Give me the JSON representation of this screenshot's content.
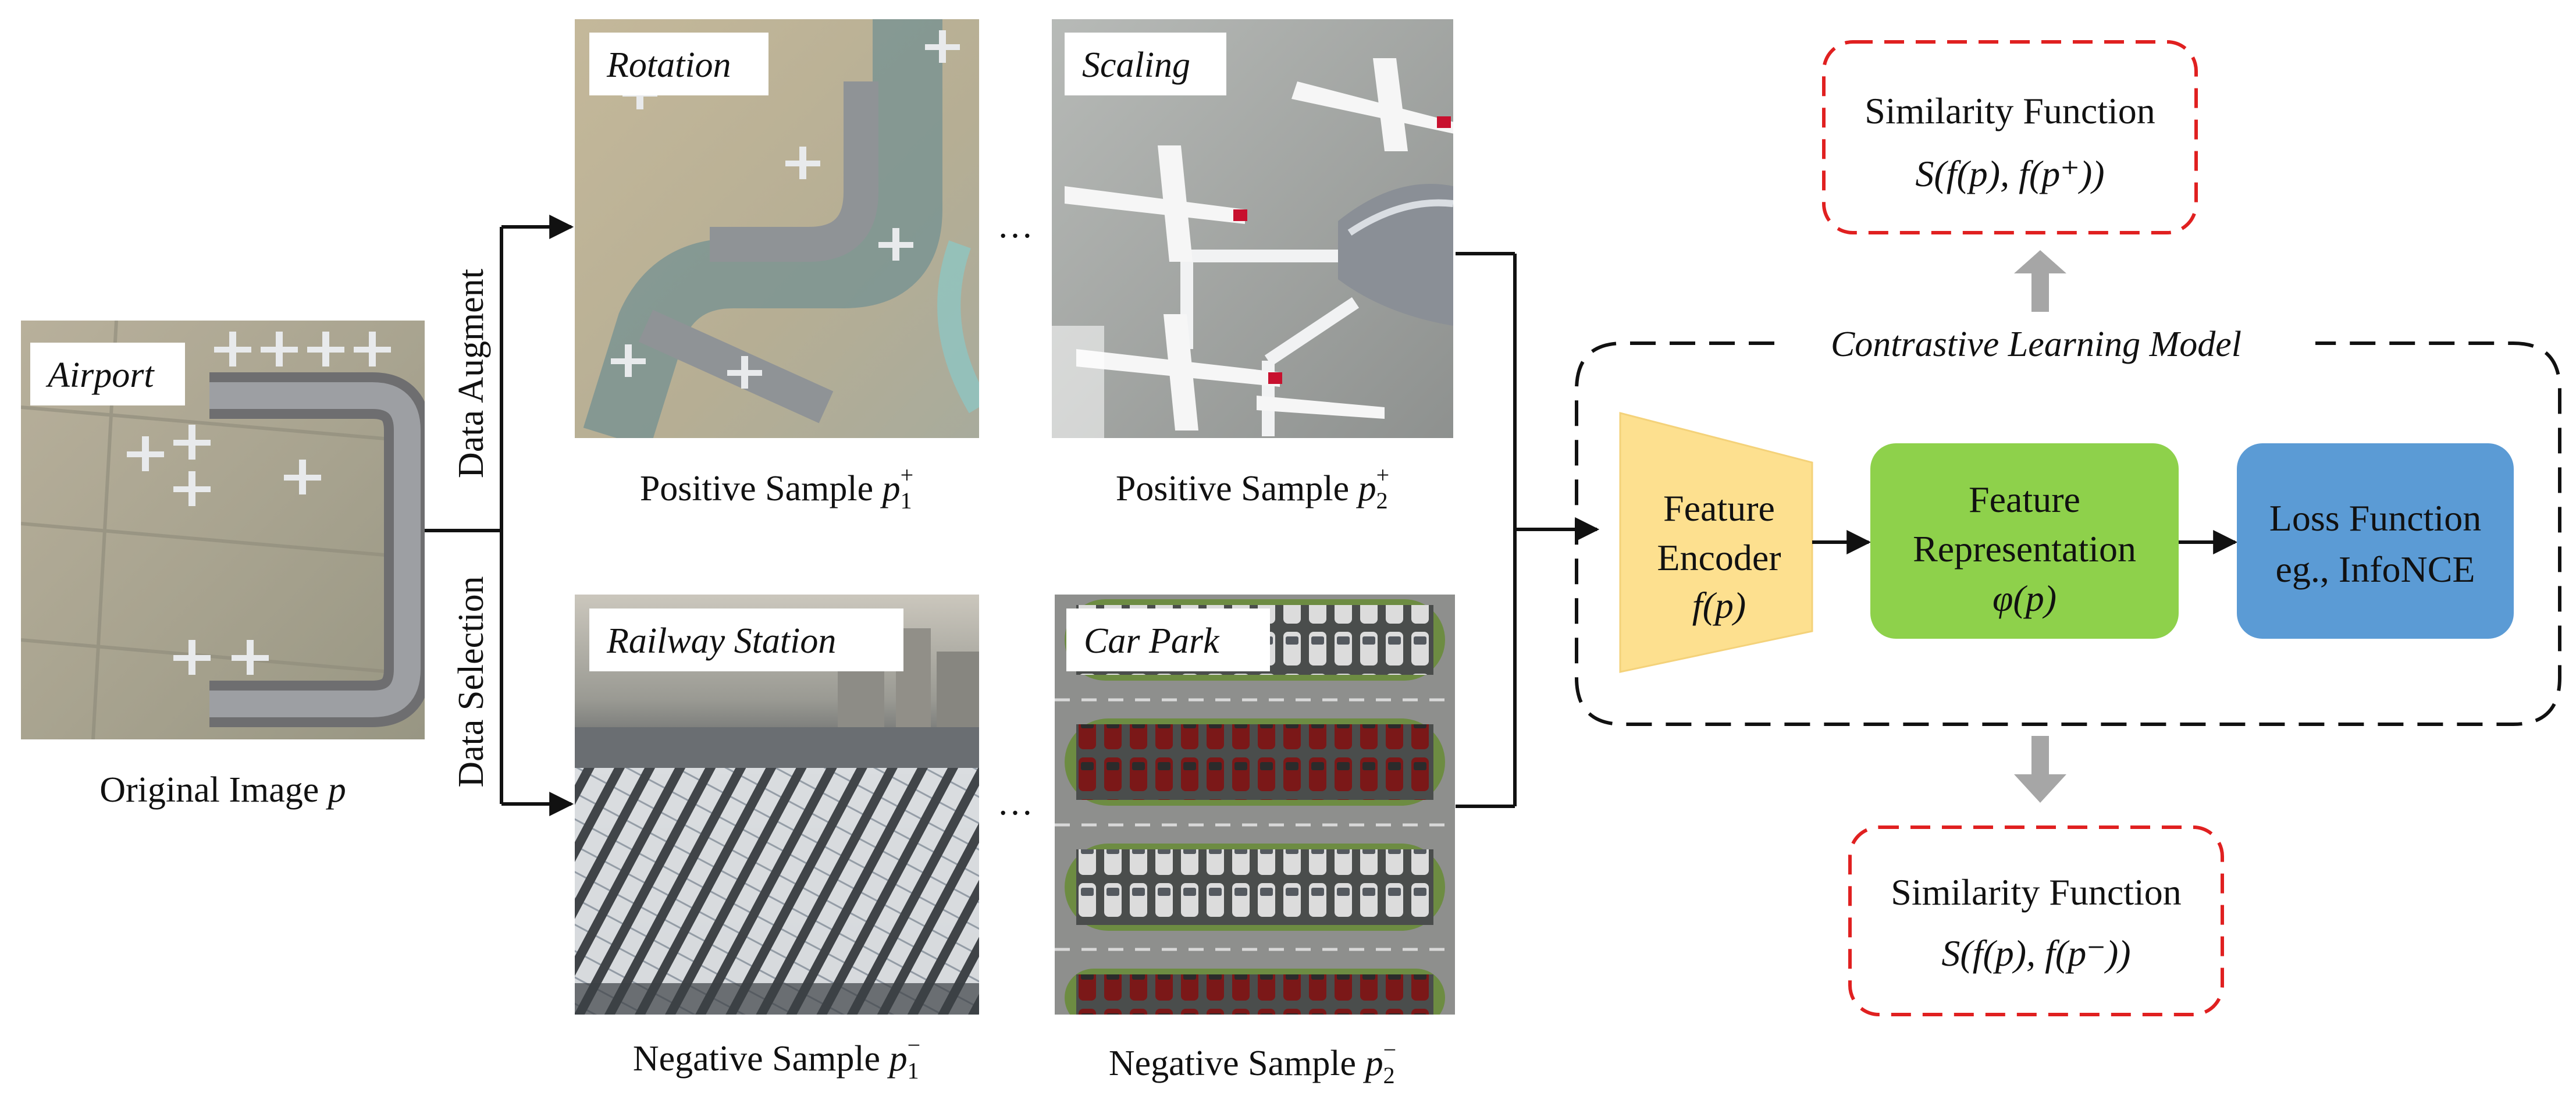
{
  "original": {
    "tag": "Airport",
    "caption": "Original Image",
    "symbol": "p"
  },
  "branches": {
    "augment_label": "Data Augment",
    "selection_label": "Data Selection"
  },
  "samples": {
    "pos1": {
      "tag": "Rotation",
      "caption": "Positive Sample",
      "symbol": "p",
      "sub": "1",
      "sup": "+"
    },
    "pos2": {
      "tag": "Scaling",
      "caption": "Positive Sample",
      "symbol": "p",
      "sub": "2",
      "sup": "+"
    },
    "neg1": {
      "tag": "Railway Station",
      "caption": "Negative Sample",
      "symbol": "p",
      "sub": "1",
      "sup": "−"
    },
    "neg2": {
      "tag": "Car Park",
      "caption": "Negative Sample",
      "symbol": "p",
      "sub": "2",
      "sup": "−"
    },
    "ellipsis": "…"
  },
  "model": {
    "title": "Contrastive Learning Model",
    "encoder": {
      "line1": "Feature",
      "line2": "Encoder",
      "formula": "f(p)"
    },
    "representation": {
      "line1": "Feature",
      "line2": "Representation",
      "formula": "φ(p)"
    },
    "loss": {
      "line1": "Loss Function",
      "line2": "eg., InfoNCE"
    }
  },
  "similarity_pos": {
    "title": "Similarity Function",
    "formula": "S(f(p), f(p⁺))"
  },
  "similarity_neg": {
    "title": "Similarity Function",
    "formula": "S(f(p), f(p⁻))"
  },
  "colors": {
    "encoder": "#FDE08F",
    "representation": "#8ED14B",
    "loss": "#5B9BD5",
    "similarity_border": "#E02020",
    "arrow_gray": "#A6A6A6"
  }
}
